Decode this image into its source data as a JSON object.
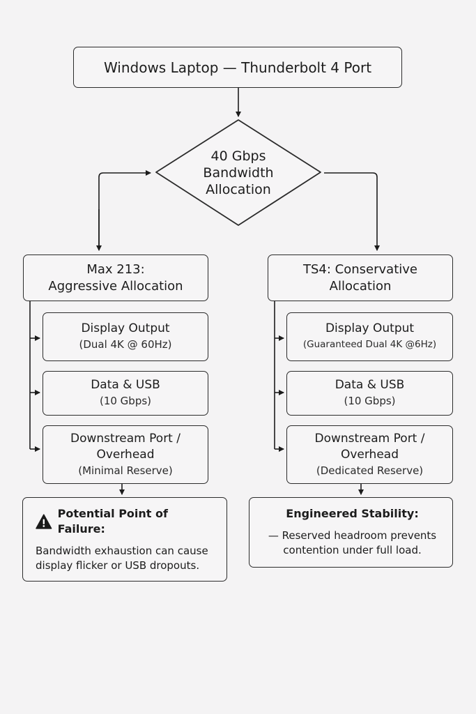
{
  "top": {
    "title": "Windows Laptop — Thunderbolt 4 Port"
  },
  "center": {
    "lines": [
      "40 Gbps",
      "Bandwidth",
      "Allocation"
    ]
  },
  "left": {
    "header": [
      "Max 213:",
      "Aggressive Allocation"
    ],
    "items": [
      {
        "main": [
          "Display Output"
        ],
        "sub": "(Dual 4K @ 60Hz)"
      },
      {
        "main": [
          "Data & USB"
        ],
        "sub": "(10 Gbps)"
      },
      {
        "main": [
          "Downstream Port /",
          "Overhead"
        ],
        "sub": "(Minimal Reserve)"
      }
    ],
    "note": {
      "title": "Potential Point of Failure:",
      "icon": "warning-icon",
      "body": "Bandwidth exhaustion can cause display flicker or USB dropouts."
    }
  },
  "right": {
    "header": [
      "TS4: Conservative",
      "Allocation"
    ],
    "items": [
      {
        "main": [
          "Display Output"
        ],
        "sub": "(Guaranteed Dual 4K @6Hz)"
      },
      {
        "main": [
          "Data & USB"
        ],
        "sub": "(10 Gbps)"
      },
      {
        "main": [
          "Downstream Port /",
          "Overhead"
        ],
        "sub": "(Dedicated Reserve)"
      }
    ],
    "note": {
      "title": "Engineered Stability:",
      "body": "— Reserved headroom prevents contention under full load."
    }
  }
}
